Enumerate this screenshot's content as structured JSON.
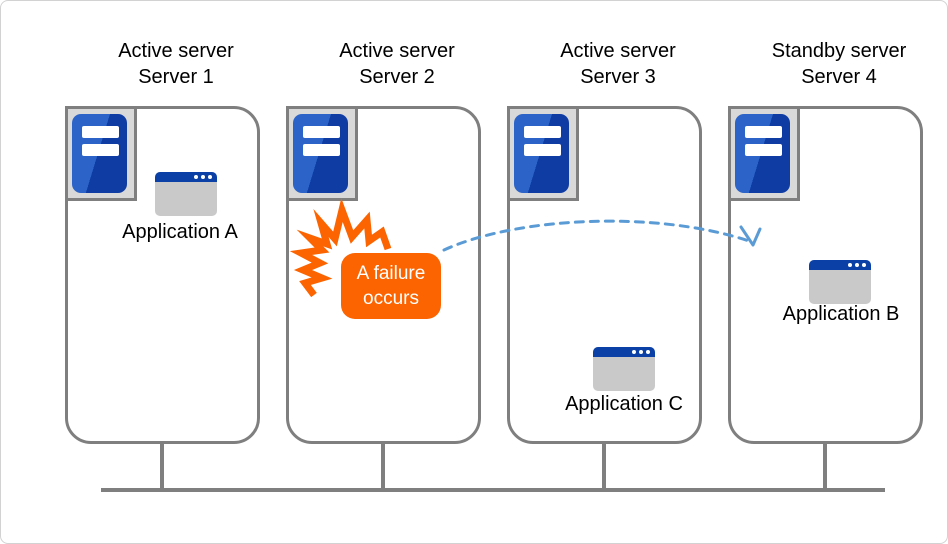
{
  "servers": [
    {
      "role": "Active server",
      "name": "Server 1",
      "app_label": "Application A"
    },
    {
      "role": "Active server",
      "name": "Server 2",
      "failure_line1": "A failure",
      "failure_line2": "occurs"
    },
    {
      "role": "Active server",
      "name": "Server 3",
      "app_label": "Application C"
    },
    {
      "role": "Standby server",
      "name": "Server 4",
      "app_label": "Application B"
    }
  ],
  "colors": {
    "server_tower_blue": "#0f3ca3",
    "server_tower_blue_light": "#2b63c9",
    "app_titlebar_blue": "#0b41a6",
    "app_body_gray": "#c9c9c9",
    "outline_gray": "#7f7f7f",
    "icon_plate_gray": "#d9d9d9",
    "failure_orange": "#fb6400",
    "failover_arrow_blue": "#5b9bd5"
  }
}
